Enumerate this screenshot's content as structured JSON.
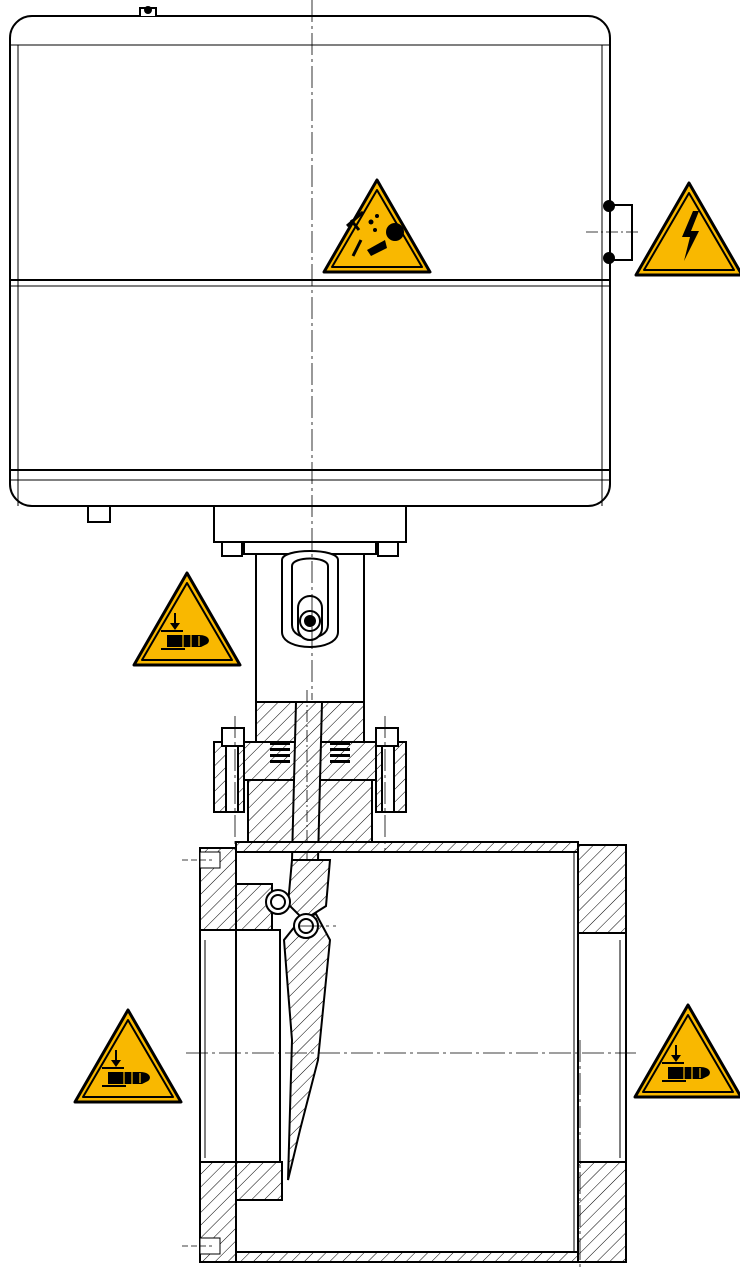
{
  "drawing": {
    "subject": "valve-with-actuator-cross-section",
    "line_color": "#000000",
    "centerline_color": "#000000"
  },
  "warning_signs": {
    "fill": "#F9B800",
    "border": "#000000",
    "items": [
      {
        "name": "warning-flying-parts-icon",
        "kind": "flying-fragments"
      },
      {
        "name": "warning-electric-shock-icon",
        "kind": "electricity"
      },
      {
        "name": "warning-hand-crush-upper-icon",
        "kind": "hand-crush"
      },
      {
        "name": "warning-hand-crush-left-icon",
        "kind": "hand-crush"
      },
      {
        "name": "warning-hand-crush-right-icon",
        "kind": "hand-crush"
      }
    ]
  }
}
